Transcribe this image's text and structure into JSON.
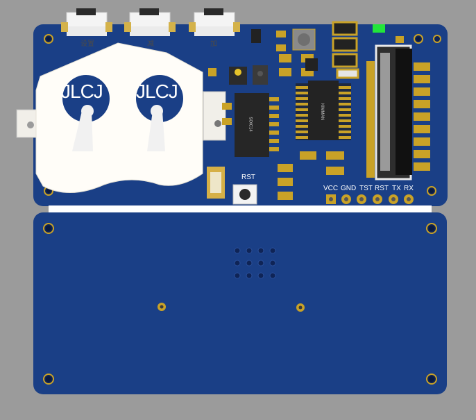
{
  "buttons": [
    {
      "label": "设置"
    },
    {
      "label": "减"
    },
    {
      "label": "加"
    }
  ],
  "battery_holder_text": [
    "JLCJ",
    "JLCJ"
  ],
  "chip_text": [
    "SOIC14",
    "KIMMAN"
  ],
  "reset_button_label": "RST",
  "pin_header_labels": [
    "VCC",
    "GND",
    "TST",
    "RST",
    "TX",
    "RX"
  ],
  "colors": {
    "board": "#1a3f86",
    "board_dark": "#12306d",
    "gold": "#c9a227",
    "silkscreen": "#ffffff",
    "background": "#9b9b9b",
    "status_led": "#22e63a"
  }
}
